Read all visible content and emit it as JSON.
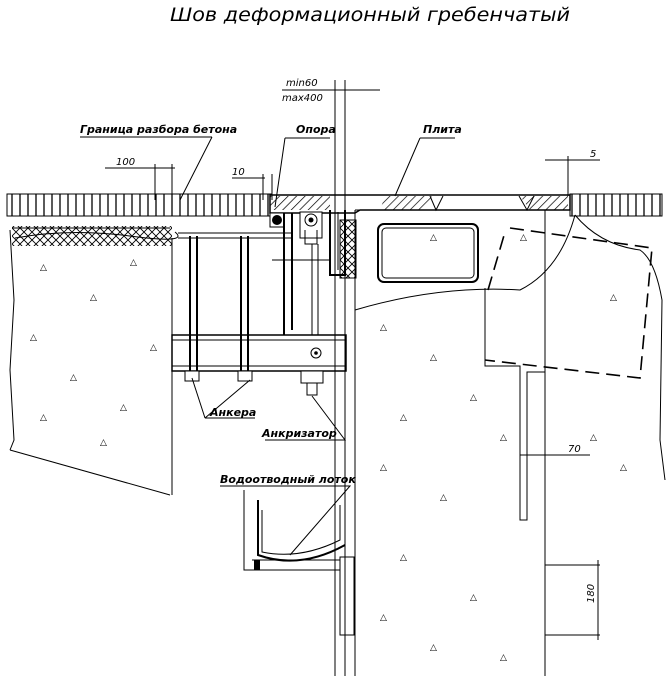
{
  "title": "Шов деформационный гребенчатый",
  "labels": {
    "boundary": "Граница разбора бетона",
    "support": "Опора",
    "plate": "Плита",
    "anchors": "Анкера",
    "isolator": "Анкризатор",
    "tray": "Водоотводный лоток"
  },
  "dimensions": {
    "gap_min": "min60",
    "gap_max": "max400",
    "d100": "100",
    "d10": "10",
    "d5": "5",
    "d70": "70",
    "d180": "180"
  }
}
